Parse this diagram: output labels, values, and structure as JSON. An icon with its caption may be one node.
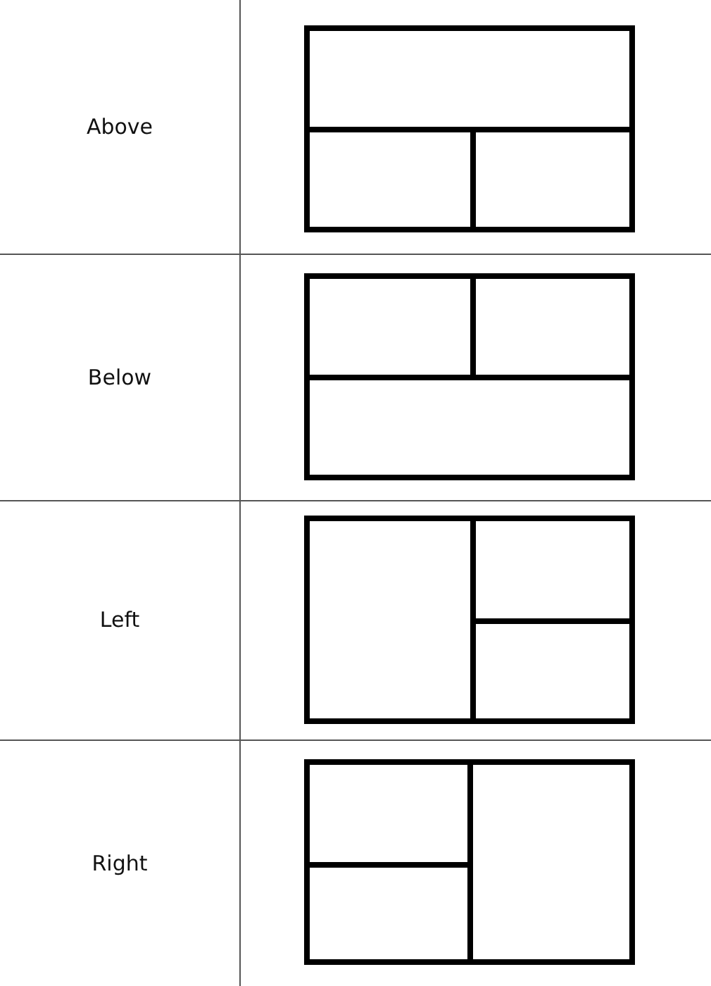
{
  "diagram": {
    "labels": [
      "Above",
      "Below",
      "Left",
      "Right"
    ]
  }
}
